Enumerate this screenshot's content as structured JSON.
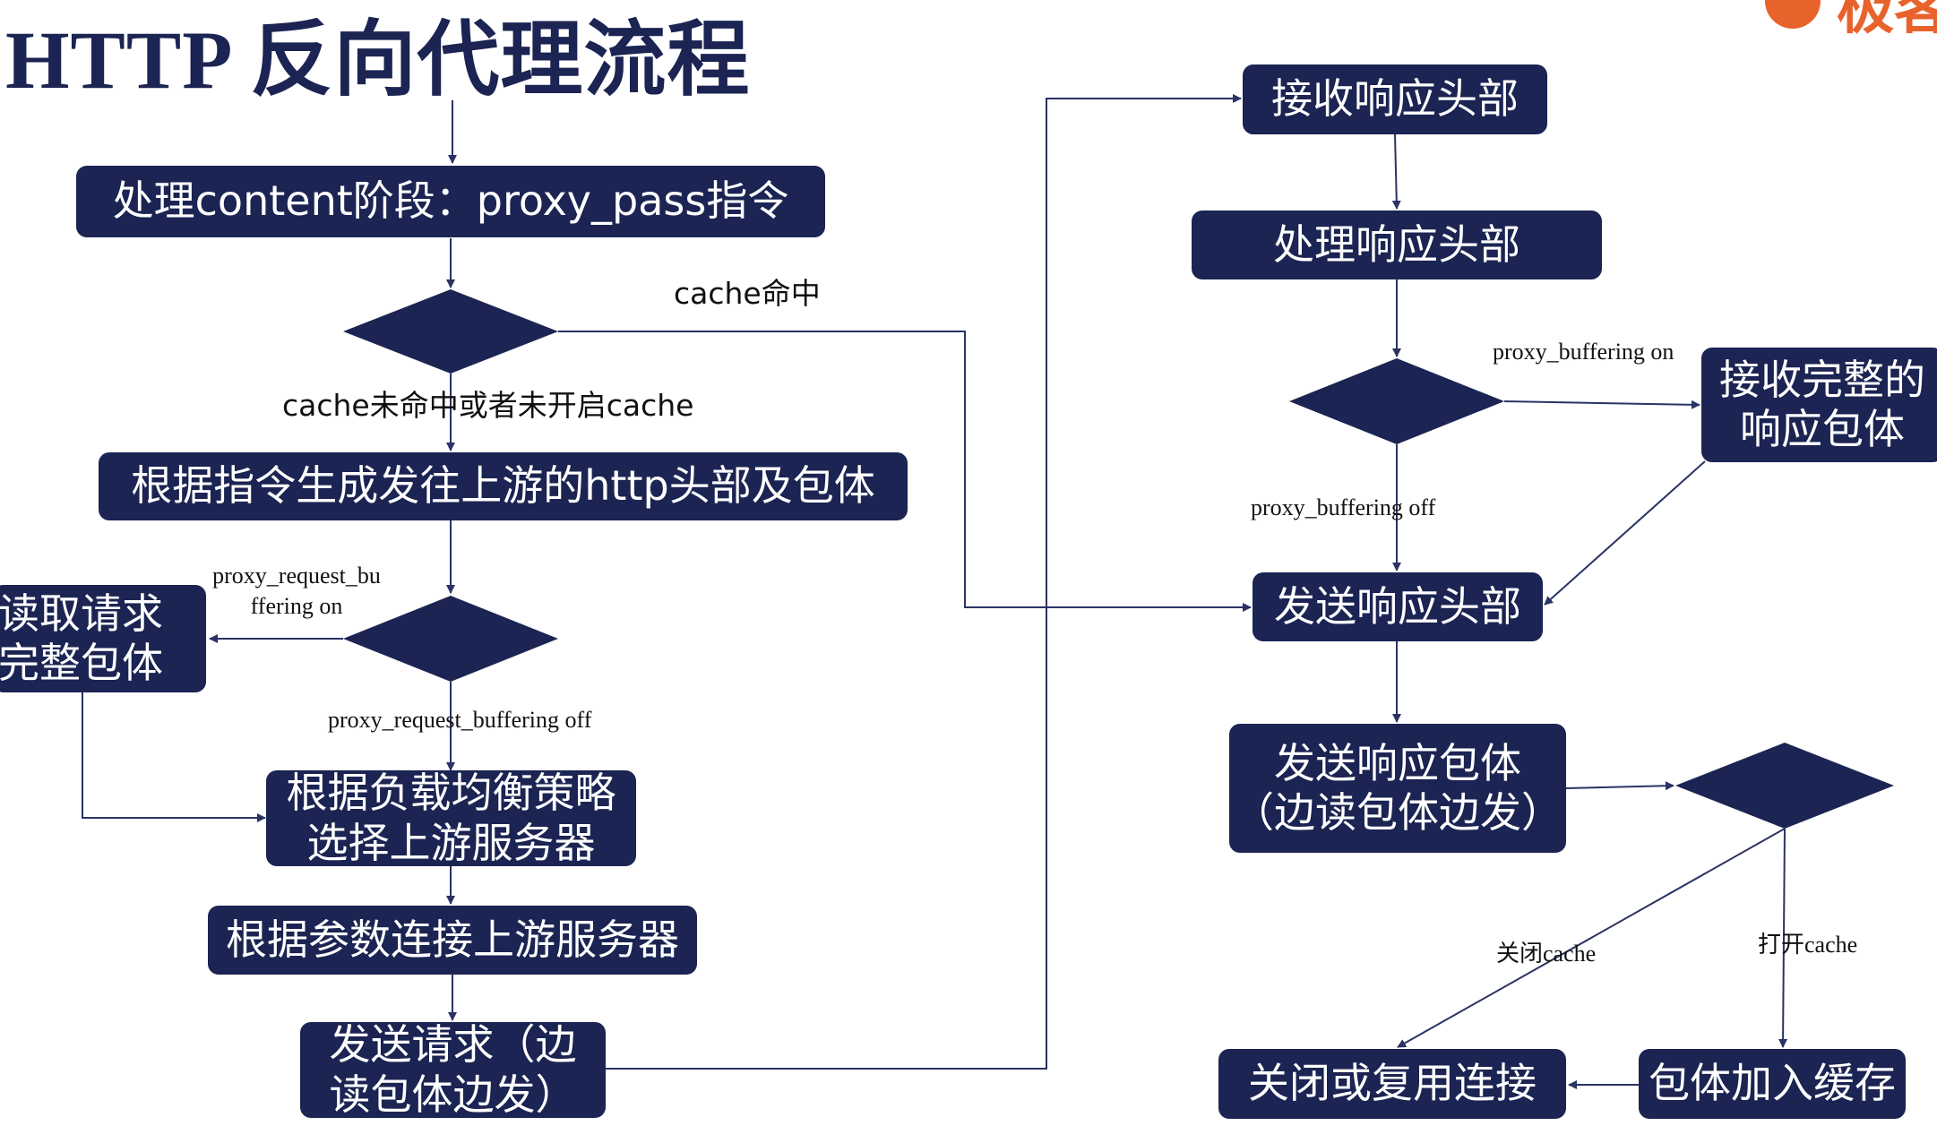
{
  "title": "HTTP 反向代理流程",
  "logo": {
    "text": "极客"
  },
  "colors": {
    "node": "#1b2452",
    "node_text": "#ffffff",
    "edge": "#2a3364",
    "brand": "#e8622c"
  },
  "nodes": {
    "content_phase": "处理content阶段：proxy_pass指令",
    "gen_headers": "根据指令生成发往上游的http头部及包体",
    "read_body": "读取请求\n完整包体",
    "lb_select": "根据负载均衡策略\n选择上游服务器",
    "connect": "根据参数连接上游服务器",
    "send_request": "发送请求（边\n读包体边发）",
    "recv_headers": "接收响应头部",
    "proc_headers": "处理响应头部",
    "recv_full_body": "接收完整的\n响应包体",
    "send_headers": "发送响应头部",
    "send_body": "发送响应包体\n（边读包体边发）",
    "close_conn": "关闭或复用连接",
    "add_cache": "包体加入缓存"
  },
  "labels": {
    "cache_hit": "cache命中",
    "cache_miss": "cache未命中或者未开启cache",
    "req_buf_on": "proxy_request_bu\nffering on",
    "req_buf_off": "proxy_request_buffering off",
    "buf_on": "proxy_buffering on",
    "buf_off": "proxy_buffering off",
    "cache_close": "关闭cache",
    "cache_open": "打开cache"
  }
}
